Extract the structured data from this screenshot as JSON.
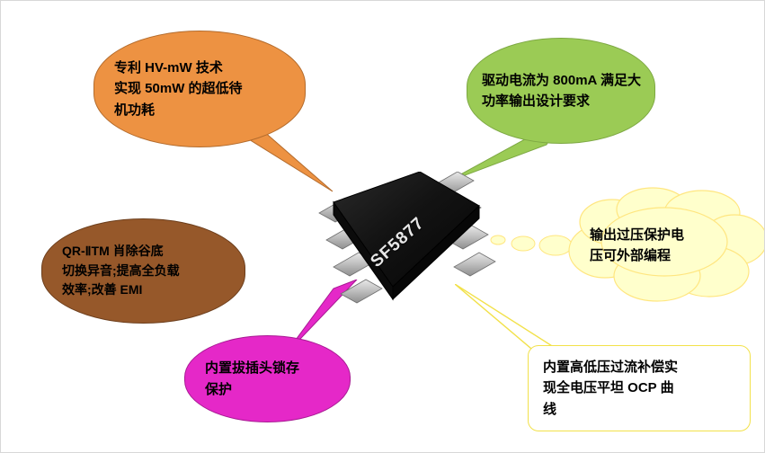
{
  "diagram": {
    "title": "SF5877 chip feature callout diagram",
    "chip": {
      "label": "SF5877",
      "body_color": "#151515",
      "pin_color": "#c9c9c9"
    },
    "callouts": [
      {
        "id": "orange",
        "text": "专利 HV-mW 技术\n实现 50mW 的超低待\n机功耗",
        "color": "#ed9242",
        "shape": "ellipse"
      },
      {
        "id": "green",
        "text": "驱动电流为 800mA 满足大\n功率输出设计要求",
        "color": "#9bcb55",
        "shape": "ellipse"
      },
      {
        "id": "brown",
        "text": "QR-ⅡTM 肖除谷底\n切换异音;提高全负载\n效率;改善 EMI",
        "color": "#96582a",
        "shape": "ellipse"
      },
      {
        "id": "magenta",
        "text": "内置拔插头锁存\n保护",
        "color": "#e528c8",
        "shape": "ellipse"
      },
      {
        "id": "cloud",
        "text": "输出过压保护电\n压可外部编程",
        "color": "#ffffcc",
        "shape": "cloud"
      },
      {
        "id": "yellowbox",
        "text": "内置高低压过流补偿实\n现全电压平坦 OCP 曲\n线",
        "color": "#f2e14a",
        "shape": "rounded-rect"
      }
    ]
  }
}
